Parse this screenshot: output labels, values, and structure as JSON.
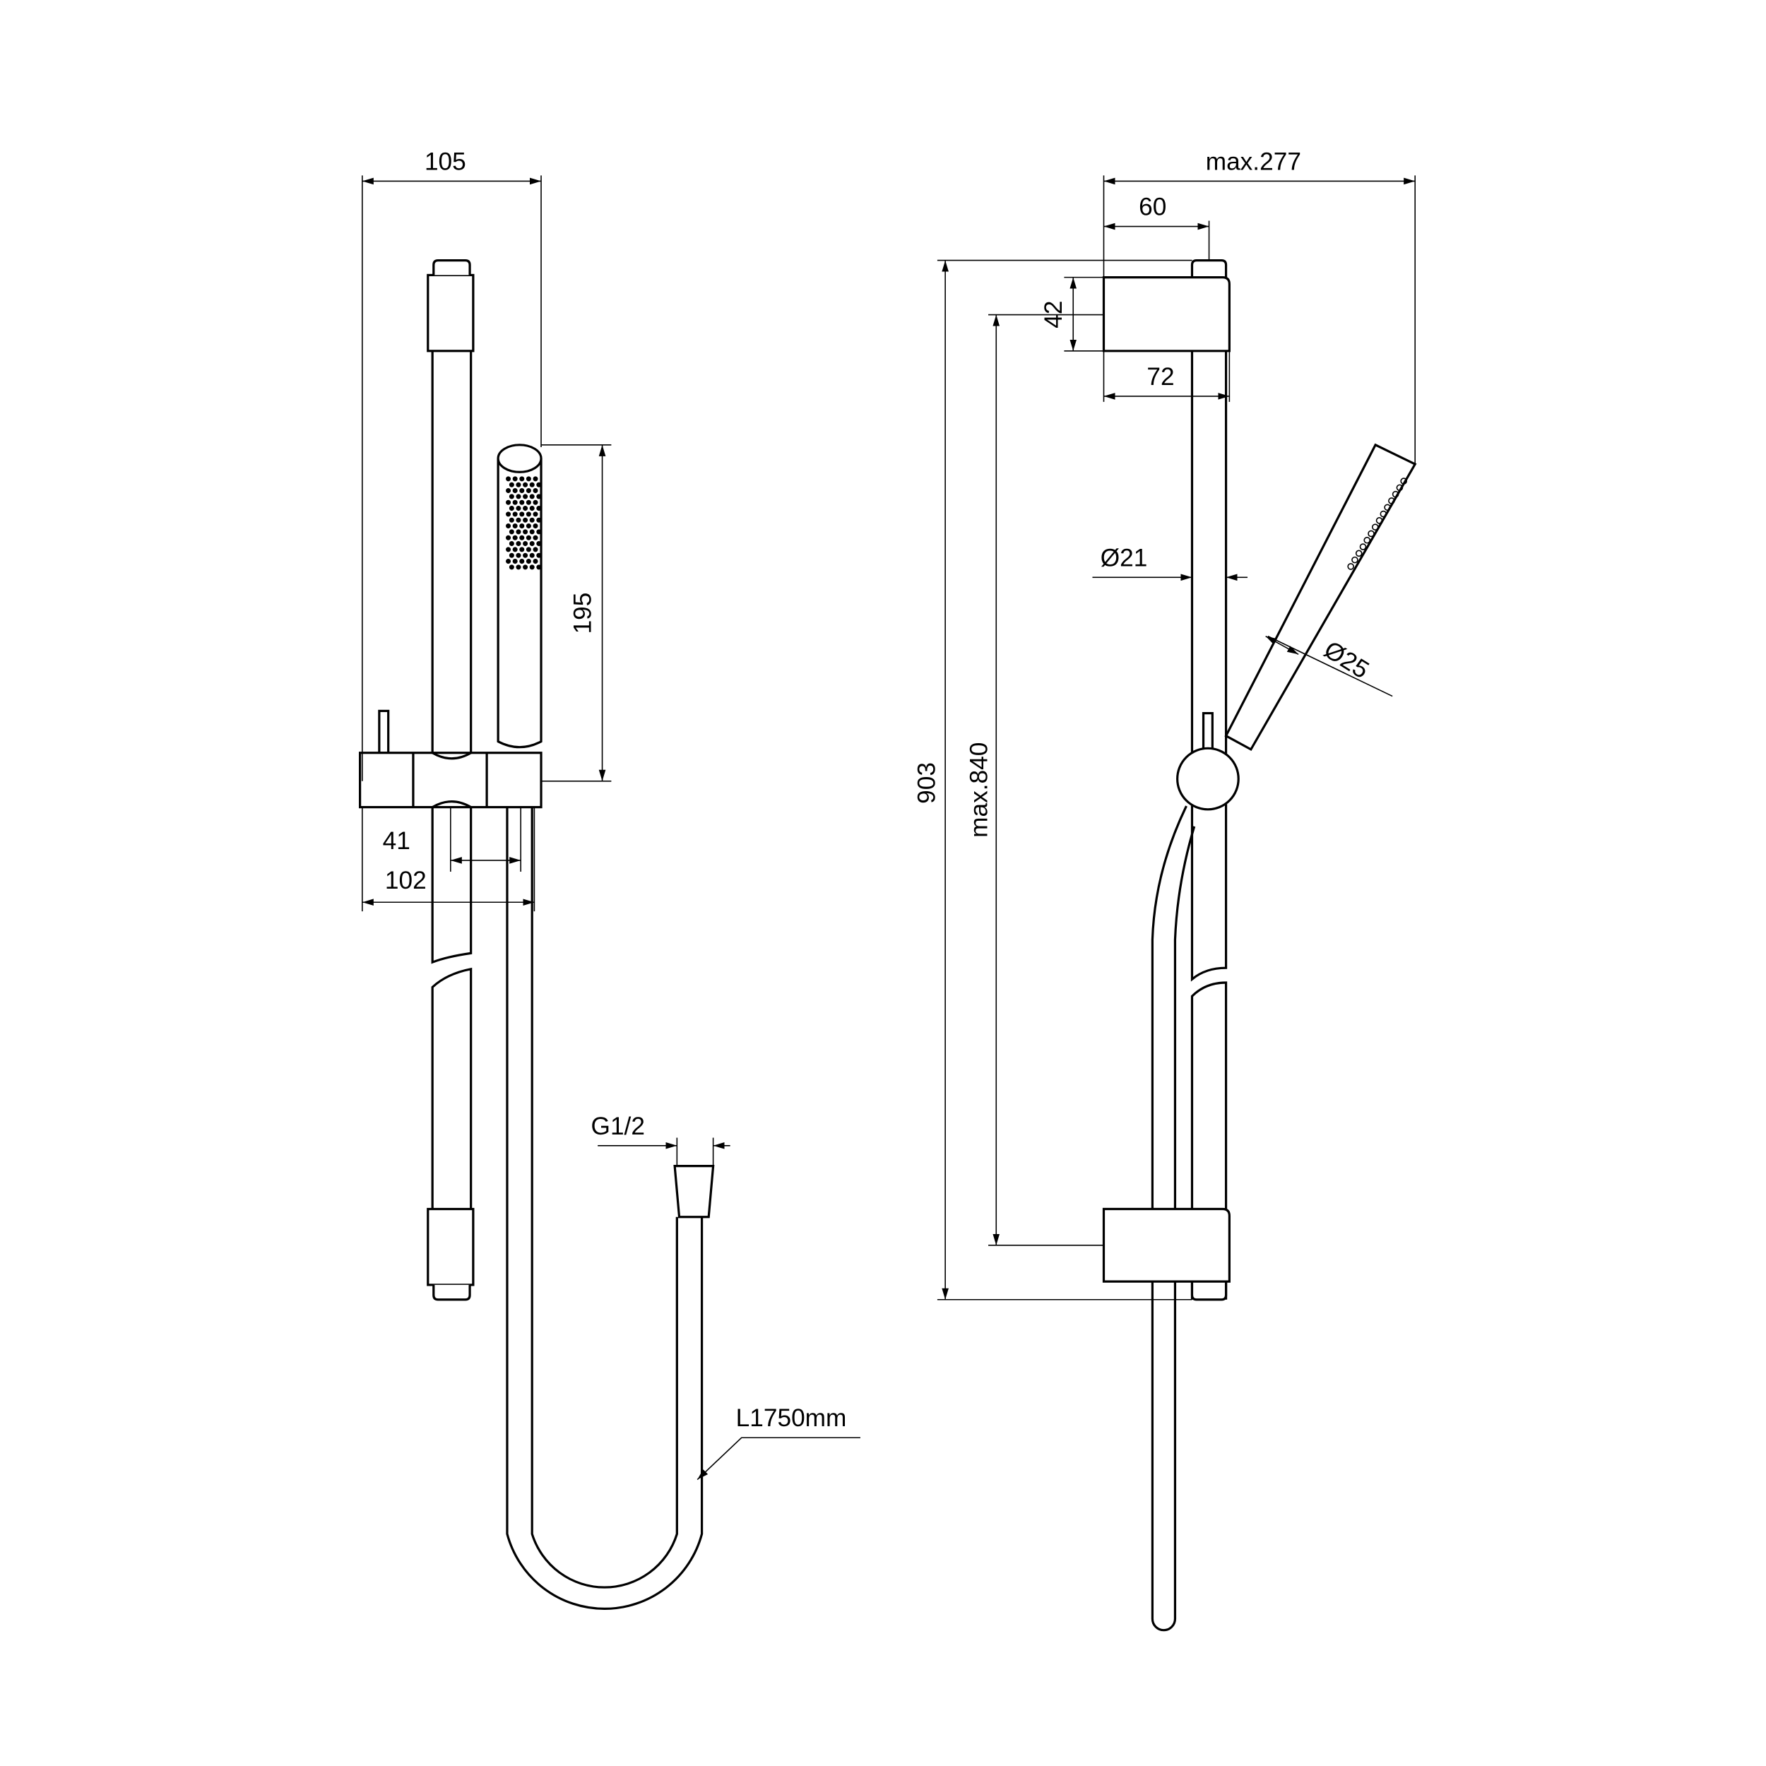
{
  "title": "Shower rail set technical drawing",
  "front_view": {
    "width_label": "105",
    "handshower_length_label": "195",
    "slider_offset_label": "41",
    "slider_width_label": "102",
    "connector_label": "G1/2",
    "hose_length_label": "L1750mm"
  },
  "side_view": {
    "max_depth_label": "max.277",
    "bracket_offset_label": "60",
    "rail_length_label": "903",
    "fixing_distance_label": "max.840",
    "bracket_height_label": "42",
    "bracket_depth_label": "72",
    "rail_diameter_label": "Ø21",
    "handshower_diameter_label": "Ø25"
  },
  "colors": {
    "line": "#000000",
    "background": "#ffffff"
  }
}
